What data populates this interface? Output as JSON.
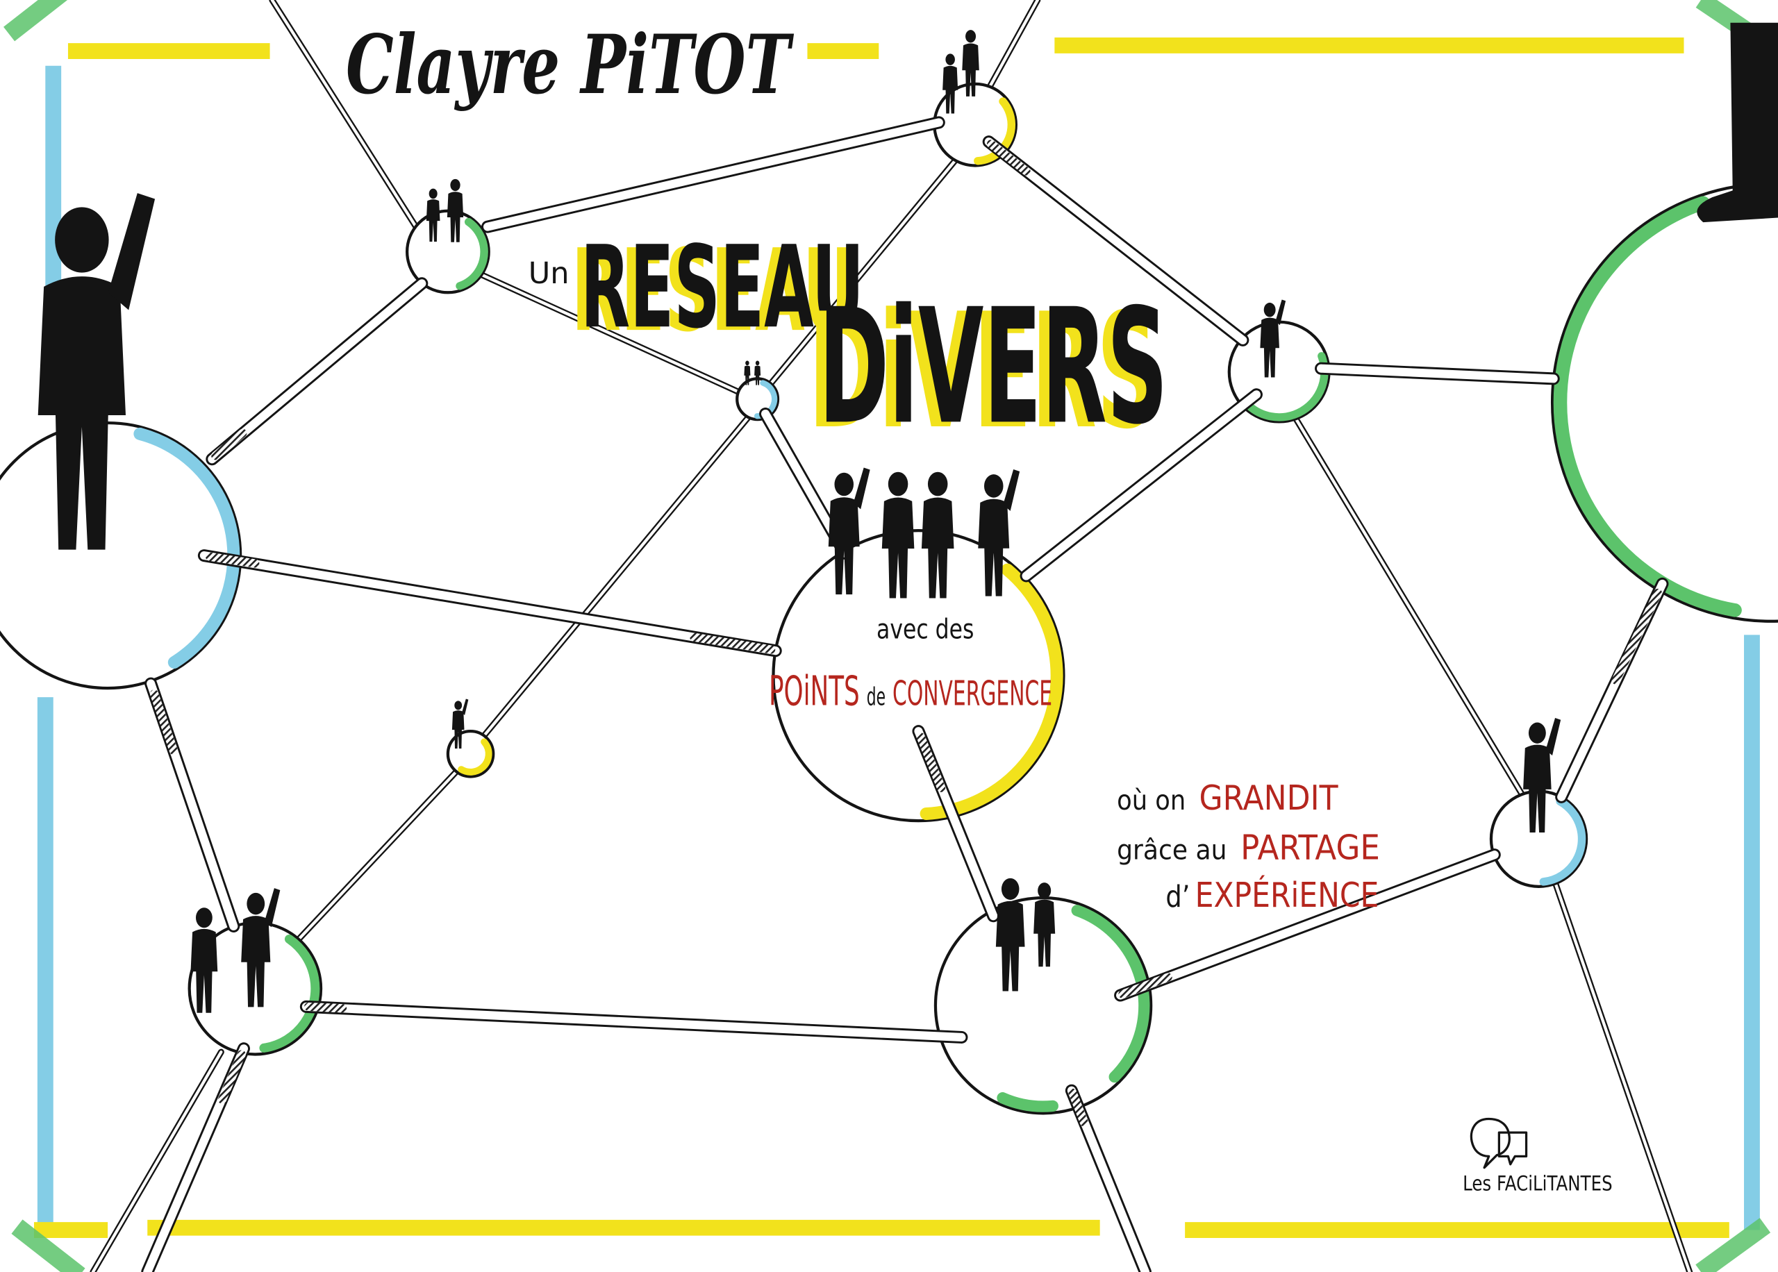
{
  "title": {
    "author_name": "Clayre PiTOT"
  },
  "headline": {
    "un": "Un",
    "reseau": "RESEAU",
    "divers": "DiVERS"
  },
  "convergence": {
    "avec_des": "avec des",
    "points": "POiNTS",
    "de": "de",
    "convergence": "CONVERGENCE"
  },
  "growth": {
    "line1": {
      "prefix": "où on",
      "highlight": "GRANDIT"
    },
    "line2": {
      "prefix": "grâce au",
      "highlight": "PARTAGE"
    },
    "line3": {
      "prefix": "d’",
      "highlight": "EXPÉRiENCE"
    }
  },
  "logo": {
    "text": "Les FACiLiTANTES",
    "icon": "speech-bubbles-icon"
  },
  "icons": {
    "figure": "person-silhouette-icon",
    "figure_waving": "person-waving-icon"
  },
  "colors": {
    "ink": "#141414",
    "yellow": "#f2e21c",
    "green": "#5cc36b",
    "blue": "#84cde6",
    "red": "#b5261e",
    "paper": "#ffffff"
  }
}
